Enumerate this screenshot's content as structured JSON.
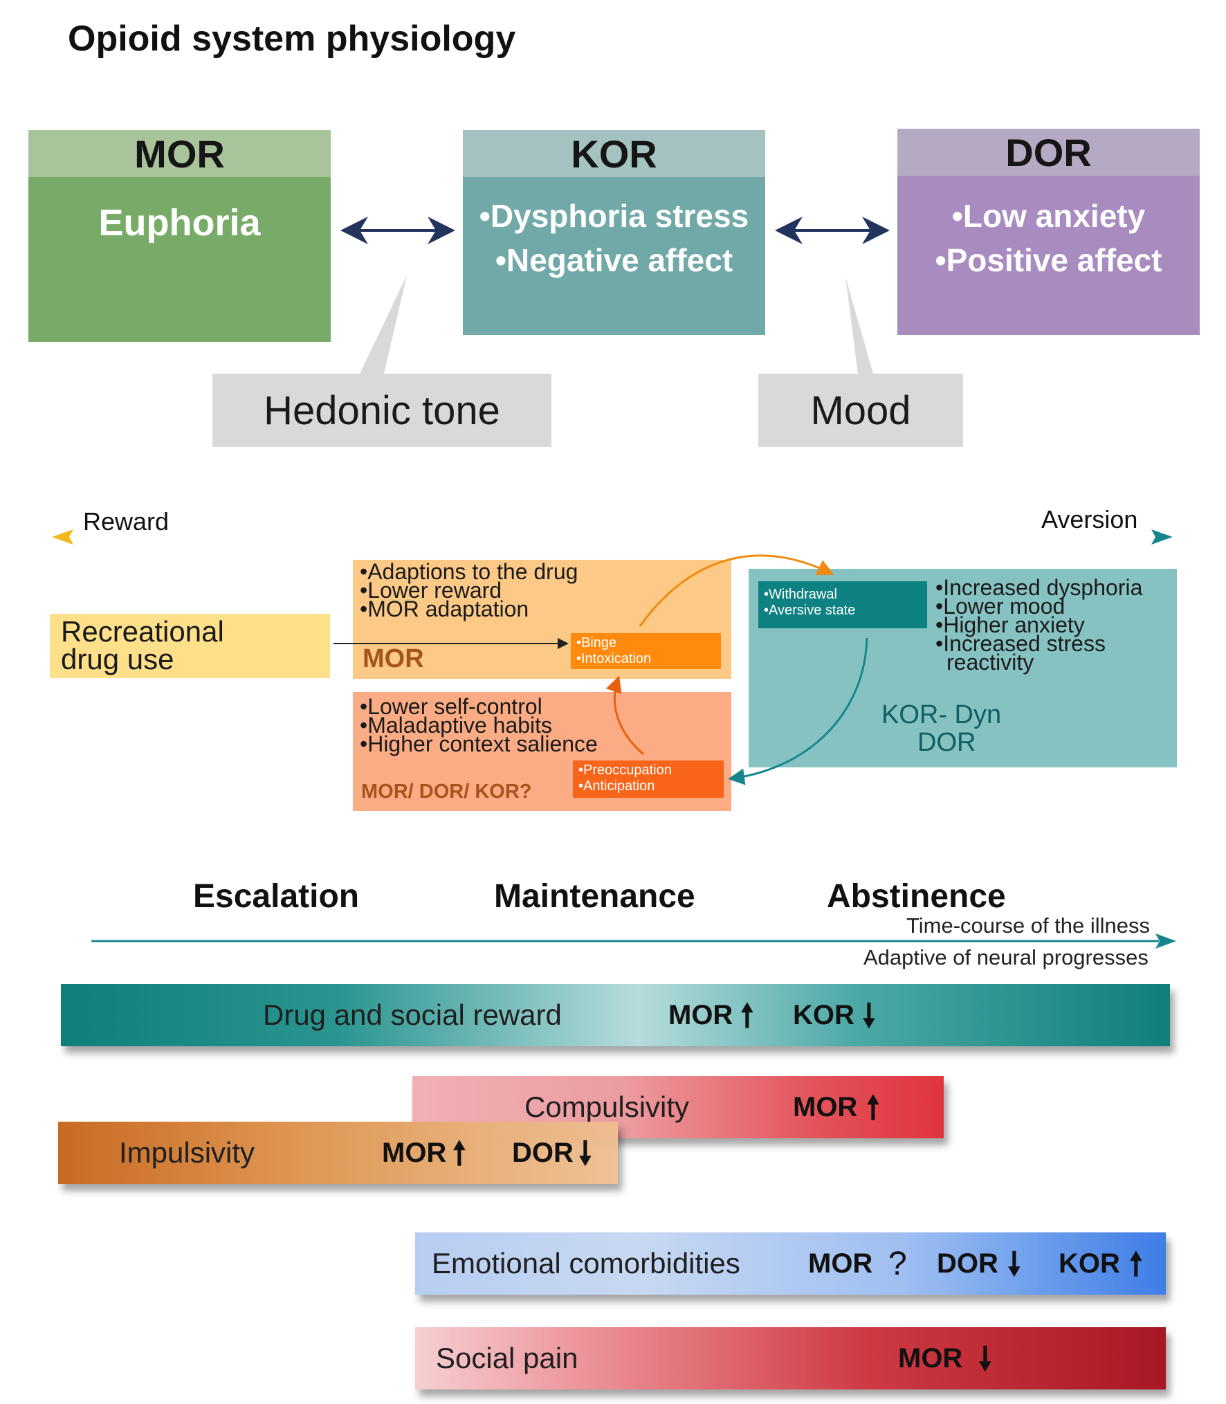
{
  "title": "Opioid system physiology",
  "receptors": {
    "mor": {
      "name": "MOR",
      "lines": [
        "Euphoria"
      ]
    },
    "kor": {
      "name": "KOR",
      "lines": [
        "•Dysphoria stress",
        "•Negative affect"
      ]
    },
    "dor": {
      "name": "DOR",
      "lines": [
        "•Low anxiety",
        "•Positive affect"
      ]
    }
  },
  "callouts": {
    "hedonic": "Hedonic tone",
    "mood": "Mood"
  },
  "axis": {
    "left": "Reward",
    "right": "Aversion"
  },
  "cycle": {
    "recreational": [
      "Recreational",
      "drug use"
    ],
    "binge_box": {
      "items": [
        "•Adaptions to the drug",
        "•Lower reward",
        "•MOR adaptation"
      ],
      "receptor": "MOR",
      "stage": [
        "•Binge",
        "•Intoxication"
      ]
    },
    "preocc_box": {
      "items": [
        "•Lower self-control",
        "•Maladaptive habits",
        "•Higher context salience"
      ],
      "receptor": "MOR/ DOR/ KOR?",
      "stage": [
        "•Preoccupation",
        "•Anticipation"
      ]
    },
    "withdrawal_box": {
      "stage": [
        "•Withdrawal",
        "•Aversive state"
      ],
      "items": [
        "•Increased dysphoria",
        "•Lower mood",
        "•Higher anxiety",
        "•Increased stress",
        "reactivity"
      ],
      "receptor": [
        "KOR- Dyn",
        "DOR"
      ]
    }
  },
  "phases": {
    "escalation": "Escalation",
    "maintenance": "Maintenance",
    "abstinence": "Abstinence",
    "time_course": "Time-course of the illness",
    "adaptive": "Adaptive of neural progresses"
  },
  "bands": {
    "drug_social": {
      "label": "Drug and social reward",
      "r1": "MOR",
      "r2": "KOR"
    },
    "compulsivity": {
      "label": "Compulsivity",
      "r1": "MOR"
    },
    "impulsivity": {
      "label": "Impulsivity",
      "r1": "MOR",
      "r2": "DOR"
    },
    "emotional": {
      "label": "Emotional comorbidities",
      "r1": "MOR",
      "q": "?",
      "r2": "DOR",
      "r3": "KOR"
    },
    "social_pain": {
      "label": "Social pain",
      "r1": "MOR"
    }
  },
  "arrows": {
    "up": "🠕",
    "down": "🠗"
  },
  "colors": {
    "mor_head": "#a9c39b",
    "mor_body": "#78ab68",
    "kor_head": "#a4c2bf",
    "kor_body": "#71a9a8",
    "dor_head": "#b6a9c4",
    "dor_body": "#a88cc0",
    "callout": "#d9d9d9",
    "recreational": "#ffe08a",
    "binge_box": "#fcc987",
    "binge_stage": "#ff8a0d",
    "preocc_box": "#fbac84",
    "preocc_stage": "#f8651a",
    "withdrawal_box": "#87c2c3",
    "withdrawal_stage": "#0e8283",
    "reward": "#f5b719",
    "aversion": "#16868c"
  }
}
